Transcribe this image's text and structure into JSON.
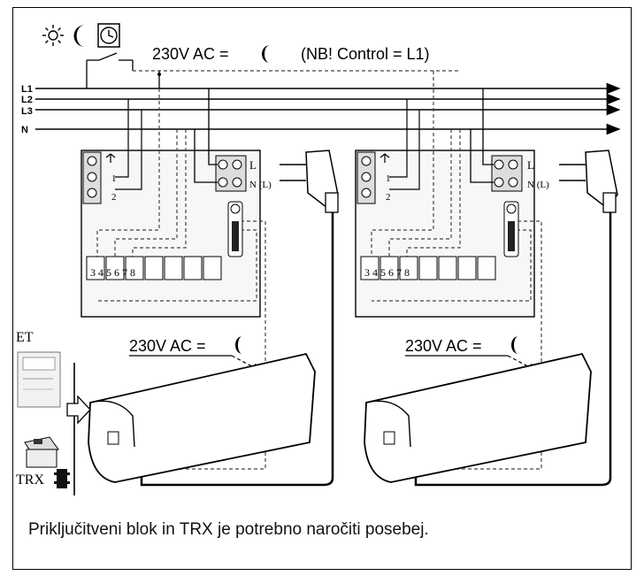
{
  "header": {
    "supply_label": "230V AC =",
    "note": "(NB! Control = L1)"
  },
  "bus_lines": [
    "L1",
    "L2",
    "L3",
    "N"
  ],
  "units": [
    {
      "terminal_left": [
        "1",
        "2"
      ],
      "terminal_right": [
        "L",
        "N (L)"
      ],
      "pins": "3 4 5 6 7 8",
      "signal_label": "230V AC ="
    },
    {
      "terminal_left": [
        "1",
        "2"
      ],
      "terminal_right": [
        "L",
        "N (L)"
      ],
      "pins": "3 4 5 6 7 8",
      "signal_label": "230V AC ="
    }
  ],
  "accessories": {
    "et_label": "ET",
    "trx_label": "TRX"
  },
  "caption": "Priključitveni blok in TRX je potrebno naročiti posebej.",
  "icons": [
    "sun-icon",
    "moon-icon",
    "clock-icon",
    "plug-icon",
    "heater-icon",
    "relay-icon",
    "antenna-icon"
  ],
  "colors": {
    "line": "#000000",
    "dashed": "#333333",
    "unit_fill": "#f2f2f2"
  }
}
